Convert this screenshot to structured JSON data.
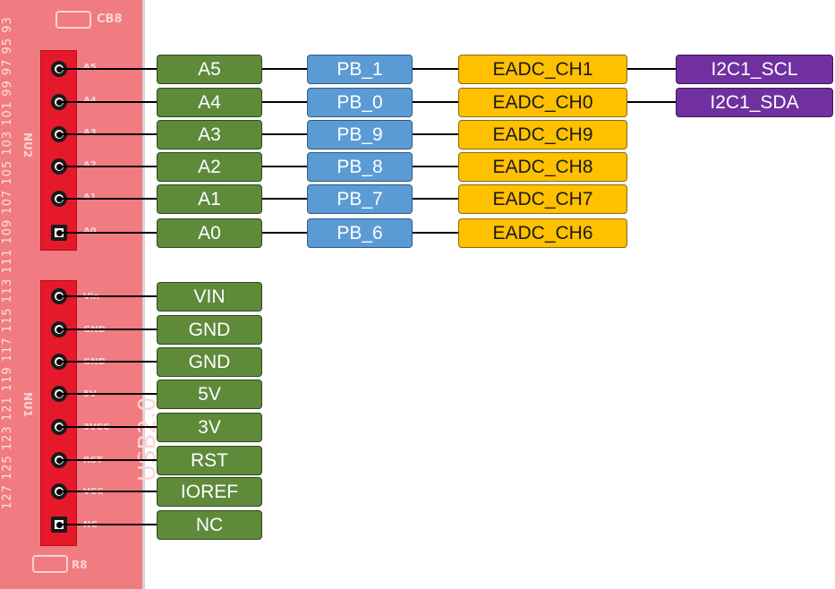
{
  "board": {
    "silk_top": "CB8",
    "silk_bottom": "R8",
    "connector_top": "NU2",
    "connector_bottom": "NU1",
    "usb_label": "USB2.0",
    "pin_numbers": "127 125 123 121 119 117 115 113 111 109 107 105 103 101 99 97 95 93",
    "header_top_labels": [
      "A5",
      "A4",
      "A3",
      "A2",
      "A1",
      "A0"
    ],
    "header_bottom_labels": [
      "Vin",
      "GND",
      "GND",
      "5V",
      "3VCC",
      "RST",
      "VCC",
      "NC"
    ]
  },
  "analog_rows": [
    {
      "arduino": "A5",
      "port": "PB_1",
      "adc": "EADC_CH1",
      "i2c": "I2C1_SCL"
    },
    {
      "arduino": "A4",
      "port": "PB_0",
      "adc": "EADC_CH0",
      "i2c": "I2C1_SDA"
    },
    {
      "arduino": "A3",
      "port": "PB_9",
      "adc": "EADC_CH9",
      "i2c": null
    },
    {
      "arduino": "A2",
      "port": "PB_8",
      "adc": "EADC_CH8",
      "i2c": null
    },
    {
      "arduino": "A1",
      "port": "PB_7",
      "adc": "EADC_CH7",
      "i2c": null
    },
    {
      "arduino": "A0",
      "port": "PB_6",
      "adc": "EADC_CH6",
      "i2c": null
    }
  ],
  "power_rows": [
    "VIN",
    "GND",
    "GND",
    "5V",
    "3V",
    "RST",
    "IOREF",
    "NC"
  ],
  "colors": {
    "arduino": "#5e8a3a",
    "port": "#5b9bd5",
    "adc": "#ffc000",
    "i2c": "#7030a0"
  }
}
